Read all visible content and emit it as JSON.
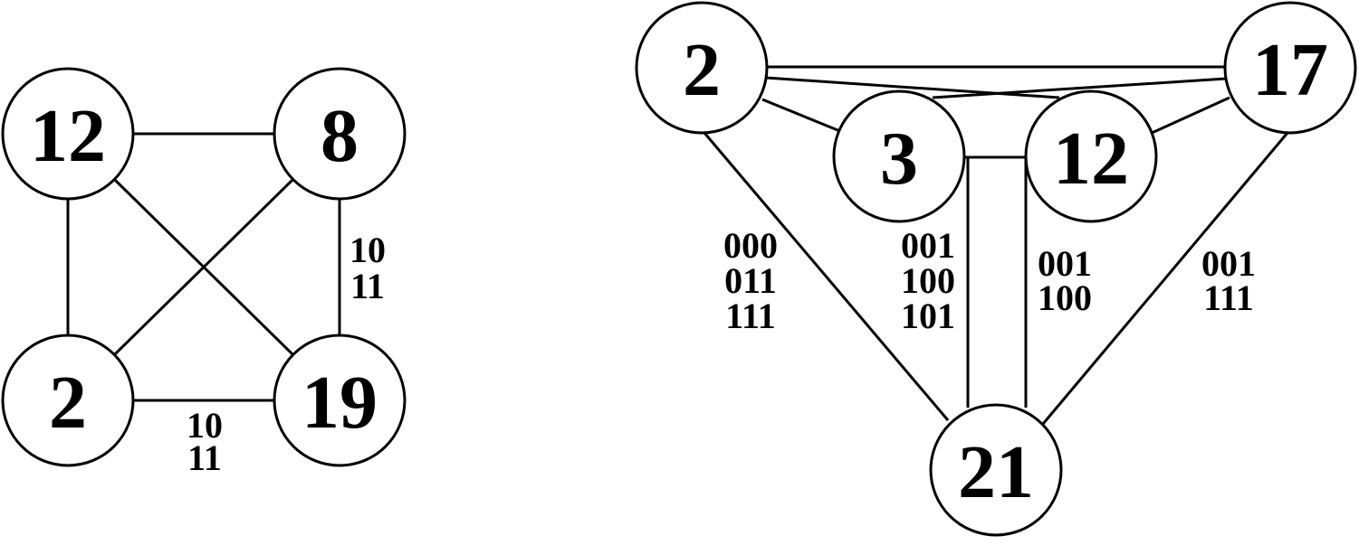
{
  "graphs": [
    {
      "nodes": [
        {
          "id": "a12",
          "label": "12"
        },
        {
          "id": "a8",
          "label": "8"
        },
        {
          "id": "a2",
          "label": "2"
        },
        {
          "id": "a19",
          "label": "19"
        }
      ],
      "edges": [
        {
          "from": "a12",
          "to": "a8"
        },
        {
          "from": "a12",
          "to": "a2"
        },
        {
          "from": "a12",
          "to": "a19"
        },
        {
          "from": "a8",
          "to": "a2"
        },
        {
          "from": "a8",
          "to": "a19",
          "labels": [
            "10",
            "11"
          ]
        },
        {
          "from": "a2",
          "to": "a19",
          "labels": [
            "10",
            "11"
          ]
        }
      ]
    },
    {
      "nodes": [
        {
          "id": "b2",
          "label": "2"
        },
        {
          "id": "b17",
          "label": "17"
        },
        {
          "id": "b3",
          "label": "3"
        },
        {
          "id": "b12",
          "label": "12"
        },
        {
          "id": "b21",
          "label": "21"
        }
      ],
      "edges": [
        {
          "from": "b2",
          "to": "b17"
        },
        {
          "from": "b2",
          "to": "b3"
        },
        {
          "from": "b2",
          "to": "b12"
        },
        {
          "from": "b3",
          "to": "b17"
        },
        {
          "from": "b12",
          "to": "b17"
        },
        {
          "from": "b3",
          "to": "b12"
        },
        {
          "from": "b2",
          "to": "b21",
          "labels": [
            "000",
            "011",
            "111"
          ]
        },
        {
          "from": "b3",
          "to": "b21",
          "labels": [
            "001",
            "100",
            "101"
          ]
        },
        {
          "from": "b12",
          "to": "b21",
          "labels": [
            "001",
            "100"
          ]
        },
        {
          "from": "b17",
          "to": "b21",
          "labels": [
            "001",
            "111"
          ]
        }
      ]
    }
  ]
}
